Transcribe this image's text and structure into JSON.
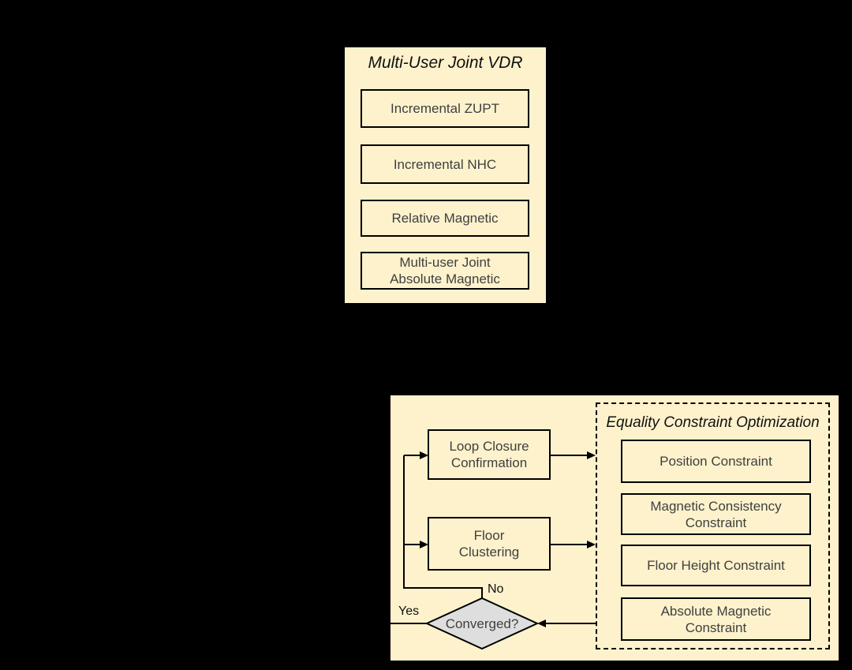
{
  "colors": {
    "background": "#000000",
    "panel-bg": "#fdf2cc",
    "line": "#000000",
    "box-text": "#3f3f3f",
    "title-text": "#111111",
    "label-text": "#111111",
    "diamond-fill": "#dedede"
  },
  "vdr_panel": {
    "title": "Multi-User Joint VDR",
    "boxes": [
      {
        "label": "Incremental ZUPT"
      },
      {
        "label": "Incremental NHC"
      },
      {
        "label": "Relative Magnetic"
      },
      {
        "label": "Multi-user Joint\nAbsolute Magnetic"
      }
    ]
  },
  "opt_panel": {
    "loop_closure": {
      "label": "Loop Closure\nConfirmation"
    },
    "floor_clustering": {
      "label": "Floor\nClustering"
    },
    "decision": {
      "label": "Converged?"
    },
    "no_label": "No",
    "yes_label": "Yes",
    "eco": {
      "title": "Equality Constraint Optimization",
      "boxes": [
        {
          "label": "Position Constraint"
        },
        {
          "label": "Magnetic Consistency\nConstraint"
        },
        {
          "label": "Floor Height Constraint"
        },
        {
          "label": "Absolute Magnetic\nConstraint"
        }
      ]
    }
  }
}
